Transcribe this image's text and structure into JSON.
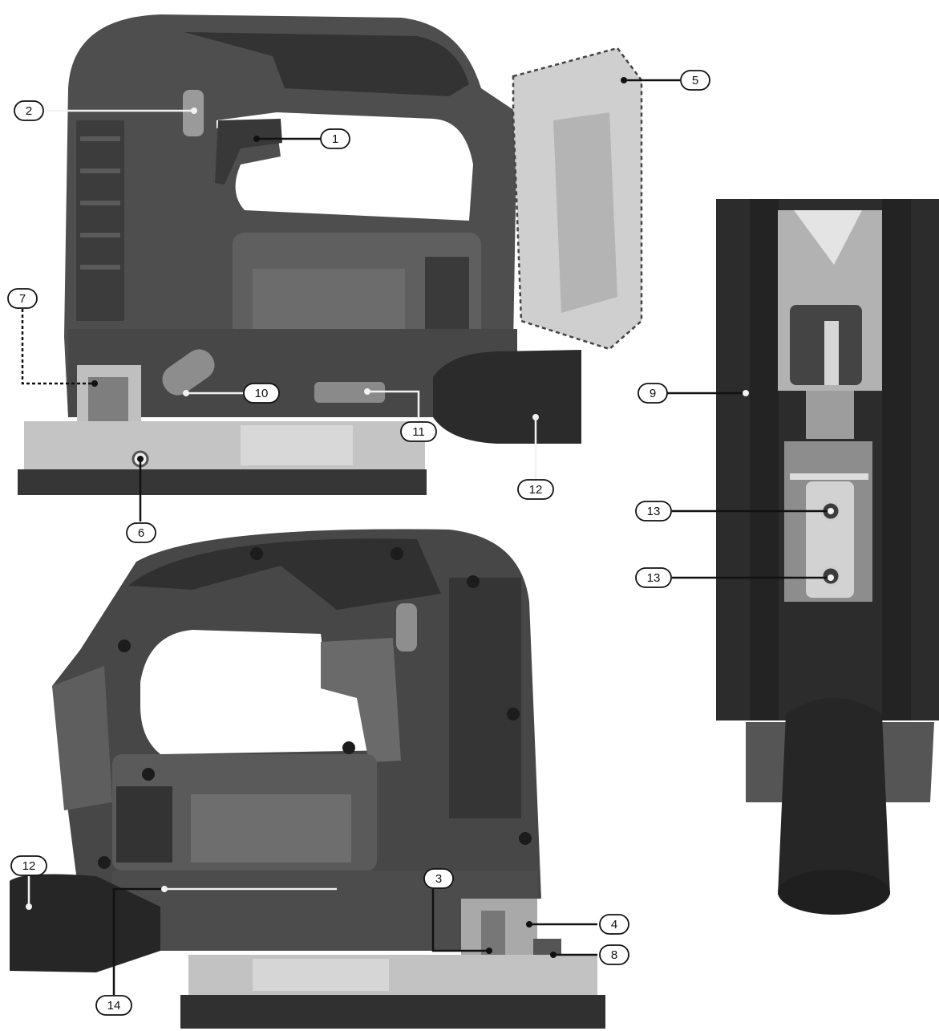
{
  "colors": {
    "body_dark": "#4a4a4a",
    "body_mid": "#5e5e5e",
    "body_light": "#7a7a7a",
    "rubber": "#2a2a2a",
    "battery": "#c9c9c9",
    "metal": "#b8b8b8",
    "base_plate": "#3a3a3a",
    "leader_white": "#f2f2f2",
    "leader_black": "#111111",
    "label_fill": "#ffffff"
  },
  "illustrations": {
    "side_view": {
      "icon": "jigsaw-side-view-icon"
    },
    "rear_view": {
      "icon": "jigsaw-rear-view-icon"
    },
    "bottom_view": {
      "icon": "jigsaw-bottom-view-icon"
    }
  },
  "callouts": [
    {
      "id": "c1",
      "label": "1"
    },
    {
      "id": "c2",
      "label": "2"
    },
    {
      "id": "c3",
      "label": "3"
    },
    {
      "id": "c4",
      "label": "4"
    },
    {
      "id": "c5",
      "label": "5"
    },
    {
      "id": "c6",
      "label": "6"
    },
    {
      "id": "c7",
      "label": "7"
    },
    {
      "id": "c8",
      "label": "8"
    },
    {
      "id": "c9",
      "label": "9"
    },
    {
      "id": "c10",
      "label": "10"
    },
    {
      "id": "c11",
      "label": "11"
    },
    {
      "id": "c12a",
      "label": "12"
    },
    {
      "id": "c12b",
      "label": "12"
    },
    {
      "id": "c13a",
      "label": "13"
    },
    {
      "id": "c13b",
      "label": "13"
    },
    {
      "id": "c14",
      "label": "14"
    }
  ]
}
